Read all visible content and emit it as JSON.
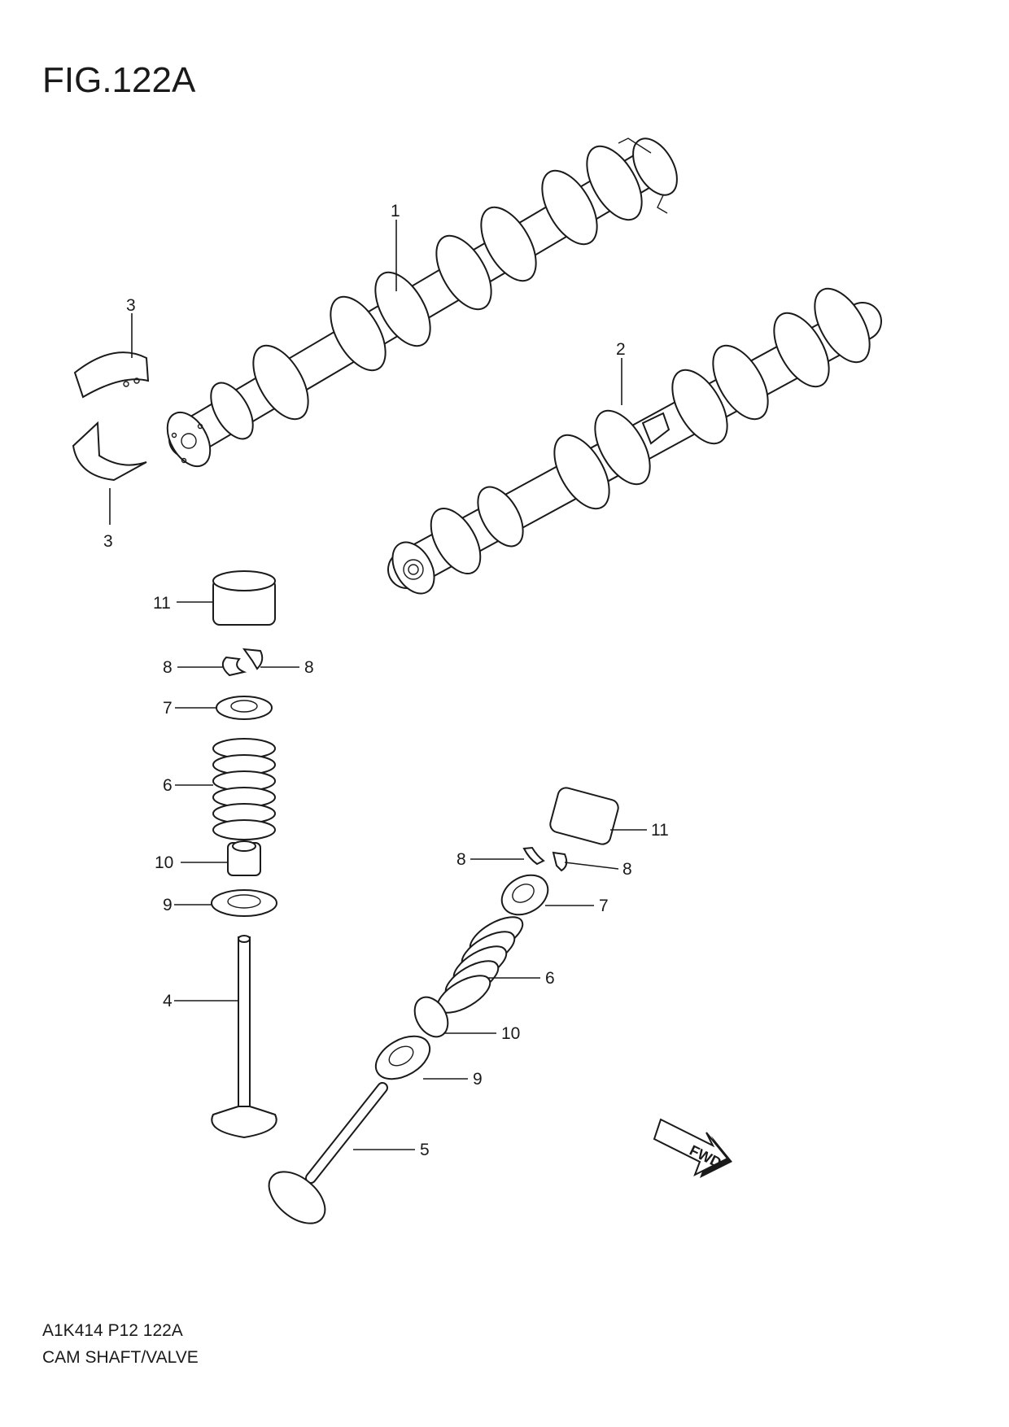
{
  "figure": {
    "title": "FIG.122A",
    "code": "A1K414 P12 122A",
    "name": "CAM SHAFT/VALVE"
  },
  "callouts": {
    "c1": "1",
    "c2": "2",
    "c3_top": "3",
    "c3_bottom": "3",
    "c11_left": "11",
    "c8_left_a": "8",
    "c8_left_b": "8",
    "c7_left": "7",
    "c6_left": "6",
    "c10_left": "10",
    "c9_left": "9",
    "c4": "4",
    "c11_right": "11",
    "c8_right_a": "8",
    "c8_right_b": "8",
    "c7_right": "7",
    "c6_right": "6",
    "c10_right": "10",
    "c9_right": "9",
    "c5": "5"
  },
  "fwd_label": "FWD"
}
